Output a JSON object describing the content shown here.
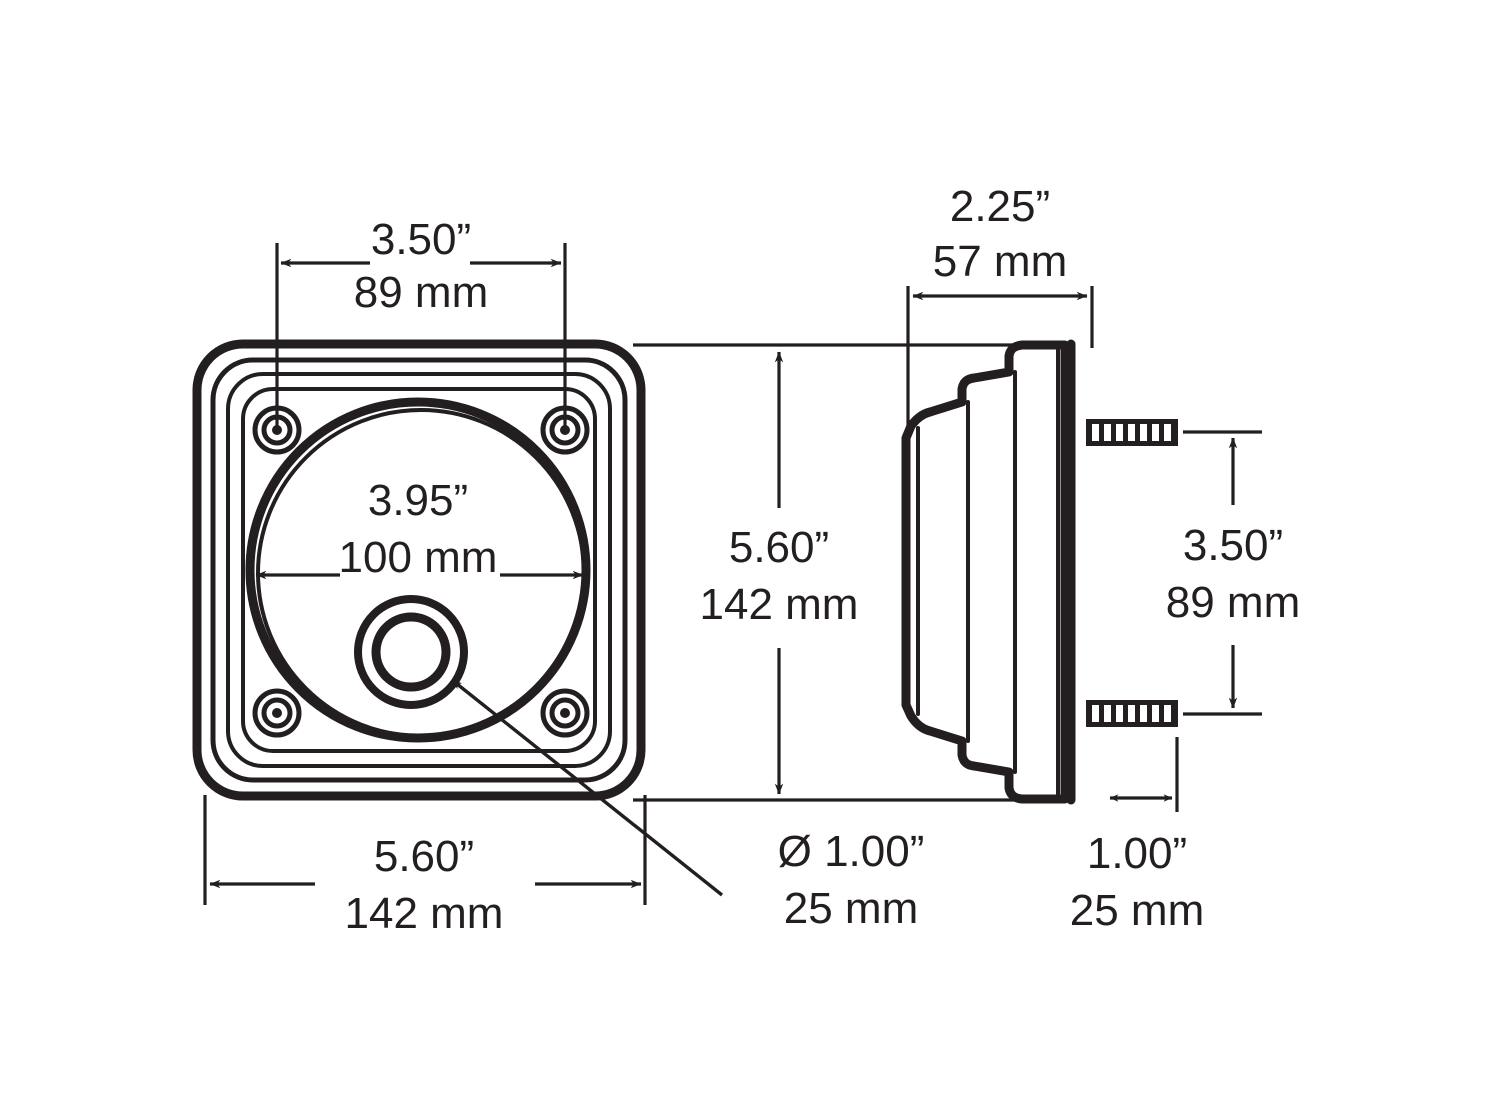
{
  "document": {
    "type": "technical-dimension-drawing",
    "subject": "square lamp / light assembly with round lens and mounting studs",
    "background_color": "#ffffff",
    "line_color": "#231f20",
    "views": [
      {
        "name": "front-view",
        "description": "square face with round lens, center hole and four corner mounting holes"
      },
      {
        "name": "side-view",
        "description": "stepped profile with two threaded mounting studs"
      }
    ]
  },
  "dimensions": {
    "mounting_hole_spacing_horizontal": {
      "name": "mounting-hole-spacing",
      "inches": "3.50”",
      "mm": "89 mm",
      "view": "front-view",
      "orientation": "horizontal"
    },
    "lens_diameter": {
      "name": "lens-diameter",
      "inches": "3.95”",
      "mm": "100 mm",
      "view": "front-view",
      "orientation": "horizontal"
    },
    "overall_height": {
      "name": "overall-height",
      "inches": "5.60”",
      "mm": "142 mm",
      "view": "front-view",
      "orientation": "vertical"
    },
    "overall_width": {
      "name": "overall-width",
      "inches": "5.60”",
      "mm": "142 mm",
      "view": "front-view",
      "orientation": "horizontal"
    },
    "depth": {
      "name": "body-depth",
      "inches": "2.25”",
      "mm": "57 mm",
      "view": "side-view",
      "orientation": "horizontal"
    },
    "stud_spacing_vertical": {
      "name": "stud-spacing",
      "inches": "3.50”",
      "mm": "89 mm",
      "view": "side-view",
      "orientation": "vertical"
    },
    "center_hole_diameter": {
      "name": "center-hole-diameter",
      "inches": "Ø 1.00”",
      "mm": "25 mm",
      "view": "front-view",
      "orientation": "leader"
    },
    "stud_length": {
      "name": "stud-length",
      "inches": "1.00”",
      "mm": "25 mm",
      "view": "side-view",
      "orientation": "horizontal"
    }
  }
}
